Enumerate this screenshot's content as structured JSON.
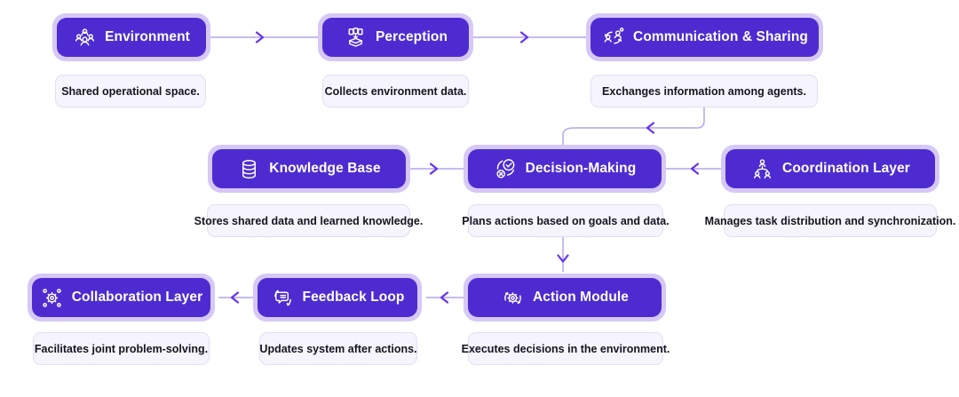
{
  "colors": {
    "node-fill": "#4e2bd1",
    "node-halo": "#d6c8f6",
    "node-text": "#ffffff",
    "desc-bg": "#f6f4fc",
    "desc-border": "#e4ddf7",
    "desc-text": "#15151f",
    "edge-line": "#b6a4ec",
    "edge-arrow": "#6634e8",
    "background": "#ffffff"
  },
  "nodes": [
    {
      "id": "environment",
      "label": "Environment",
      "icon": "people-group-icon",
      "description": "Shared operational space."
    },
    {
      "id": "perception",
      "label": "Perception",
      "icon": "data-collection-icon",
      "description": "Collects environment data."
    },
    {
      "id": "communication",
      "label": "Communication & Sharing",
      "icon": "people-sharing-icon",
      "description": "Exchanges information among agents."
    },
    {
      "id": "knowledge-base",
      "label": "Knowledge Base",
      "icon": "database-icon",
      "description": "Stores shared data and learned knowledge."
    },
    {
      "id": "decision-making",
      "label": "Decision-Making",
      "icon": "check-cross-decision-icon",
      "description": "Plans actions based on goals and data."
    },
    {
      "id": "coordination-layer",
      "label": "Coordination Layer",
      "icon": "people-hierarchy-icon",
      "description": "Manages task distribution and synchronization."
    },
    {
      "id": "collaboration-layer",
      "label": "Collaboration Layer",
      "icon": "gear-hub-icon",
      "description": "Facilitates joint problem-solving."
    },
    {
      "id": "feedback-loop",
      "label": "Feedback Loop",
      "icon": "chat-loop-icon",
      "description": "Updates system after actions."
    },
    {
      "id": "action-module",
      "label": "Action Module",
      "icon": "gear-sync-icon",
      "description": "Executes decisions in the environment."
    }
  ],
  "edges": [
    {
      "from": "environment",
      "to": "perception"
    },
    {
      "from": "perception",
      "to": "communication"
    },
    {
      "from": "communication",
      "to": "decision-making"
    },
    {
      "from": "knowledge-base",
      "to": "decision-making"
    },
    {
      "from": "coordination-layer",
      "to": "decision-making"
    },
    {
      "from": "decision-making",
      "to": "action-module"
    },
    {
      "from": "action-module",
      "to": "feedback-loop"
    },
    {
      "from": "feedback-loop",
      "to": "collaboration-layer"
    }
  ]
}
